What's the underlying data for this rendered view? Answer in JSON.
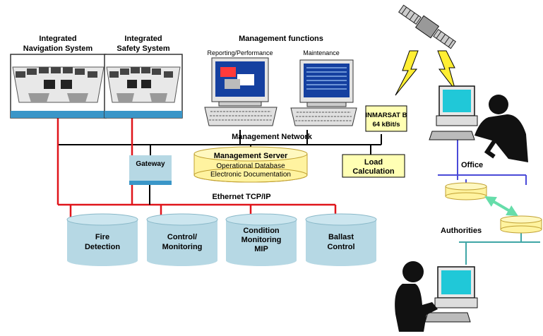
{
  "title": "Management functions",
  "bridge": {
    "navigation": [
      "Integrated",
      "Navigation System"
    ],
    "safety": [
      "Integrated",
      "Safety System"
    ]
  },
  "workstations": {
    "reporting": "Reporting/Performance",
    "maintenance": "Maintenance"
  },
  "satcom": [
    "INMARSAT B",
    "64 kBit/s"
  ],
  "networks": {
    "management": "Management Network",
    "ethernet": "Ethernet TCP/IP"
  },
  "gateway": "Gateway",
  "server": {
    "title": "Management Server",
    "lines": [
      "Operational Database",
      "Electronic Documentation"
    ]
  },
  "load": [
    "Load",
    "Calculation"
  ],
  "subsystems": [
    [
      "Fire",
      "Detection"
    ],
    [
      "Control/",
      "Monitoring"
    ],
    [
      "Condition",
      "Monitoring",
      "MIP"
    ],
    [
      "Ballast",
      "Control"
    ]
  ],
  "shore": {
    "office": "Office",
    "authorities": "Authorities"
  },
  "colors": {
    "accent_red": "#e0151b",
    "cylinder": "#b6d8e4",
    "server_yellow": "#fff3a0",
    "label_yellow": "#ffffb4",
    "shore_line": "#4a4ad8",
    "authority_line": "#3fa6a6",
    "link_green": "#66ddaa",
    "lightning": "#ffee33"
  }
}
